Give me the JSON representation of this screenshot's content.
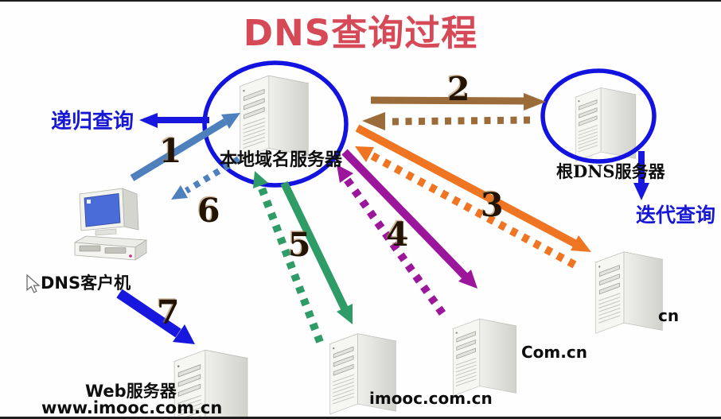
{
  "title": "DNS查询过程",
  "labels": {
    "recursive_query": "递归查询",
    "iterative_query": "迭代查询",
    "local_dns_server": "本地域名服务器",
    "root_dns_server": "根DNS服务器",
    "dns_client": "DNS客户机",
    "web_server": "Web服务器",
    "web_server_domain": "www.imooc.com.cn",
    "imooc_server": "imooc.com.cn",
    "com_cn_server": "Com.cn",
    "cn_server": "cn"
  },
  "steps": [
    {
      "label": "1",
      "color": "#4e80bd",
      "style": "solid"
    },
    {
      "label": "2",
      "color": "#9b6b3a",
      "style": "solid-and-dashed"
    },
    {
      "label": "3",
      "color": "#ef7522",
      "style": "solid-and-dashed"
    },
    {
      "label": "4",
      "color": "#9c169c",
      "style": "solid-and-dashed"
    },
    {
      "label": "5",
      "color": "#2f9b67",
      "style": "solid-and-dashed"
    },
    {
      "label": "6",
      "color": "#4e80bd",
      "style": "dashed"
    },
    {
      "label": "7",
      "color": "#1717dd",
      "style": "solid"
    }
  ],
  "colors": {
    "title_red": "#d64a58",
    "query_blue": "#1717dd",
    "circle_blue": "#1313e0",
    "number_dark": "#241403",
    "label_black": "#0e0e0e"
  }
}
